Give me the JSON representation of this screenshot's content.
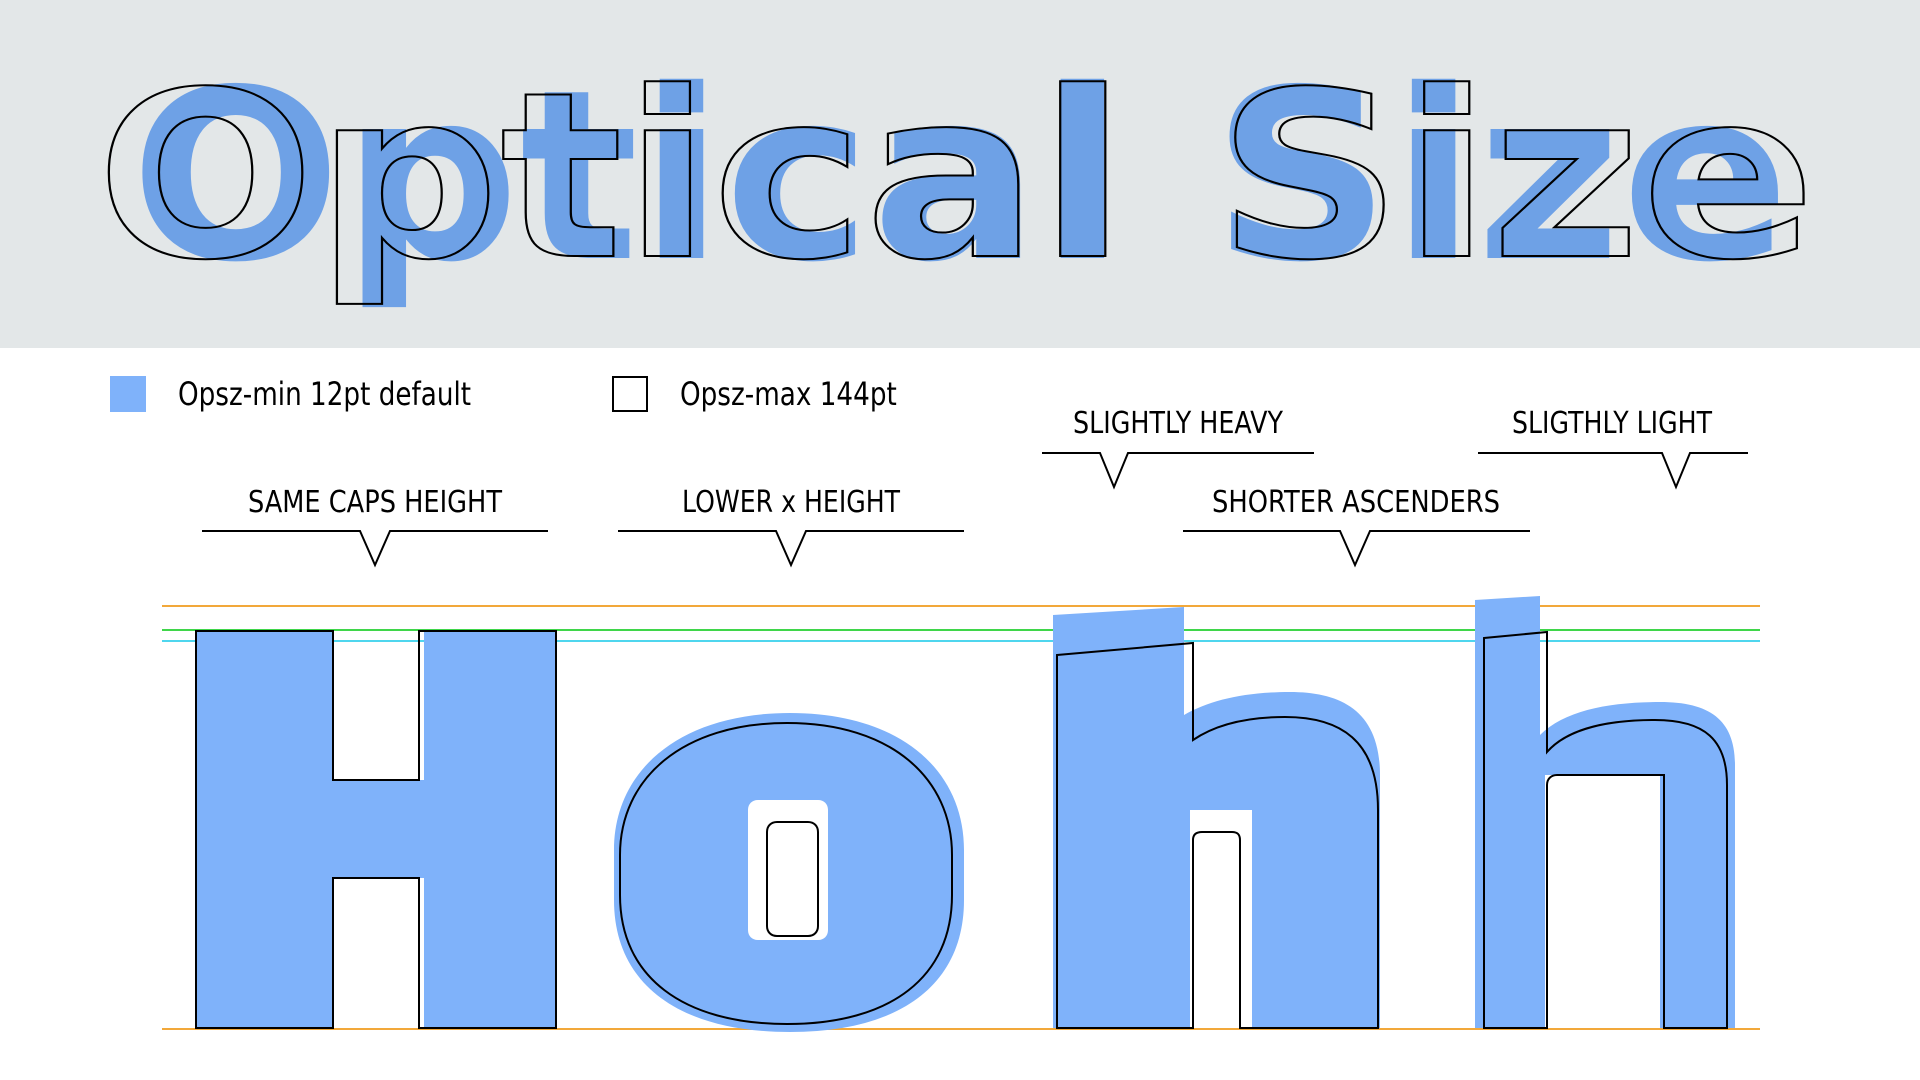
{
  "banner": {
    "title": "Optical Size"
  },
  "legend": {
    "min_label": "Opsz-min 12pt default",
    "max_label": "Opsz-max 144pt"
  },
  "callouts": {
    "same_caps": "SAME CAPS HEIGHT",
    "lower_x": "LOWER x HEIGHT",
    "slightly_heavy": "SLIGHTLY HEAVY",
    "shorter_asc": "SHORTER ASCENDERS",
    "slightly_light": "SLIGTHLY LIGHT"
  },
  "colors": {
    "fill": "#7fb2fa",
    "banner_fill": "#6ea1e6",
    "banner_bg": "#e3e7e8",
    "guide_orange": "#f2a83a",
    "guide_green": "#3fd64a",
    "guide_cyan": "#4fd6ee"
  }
}
